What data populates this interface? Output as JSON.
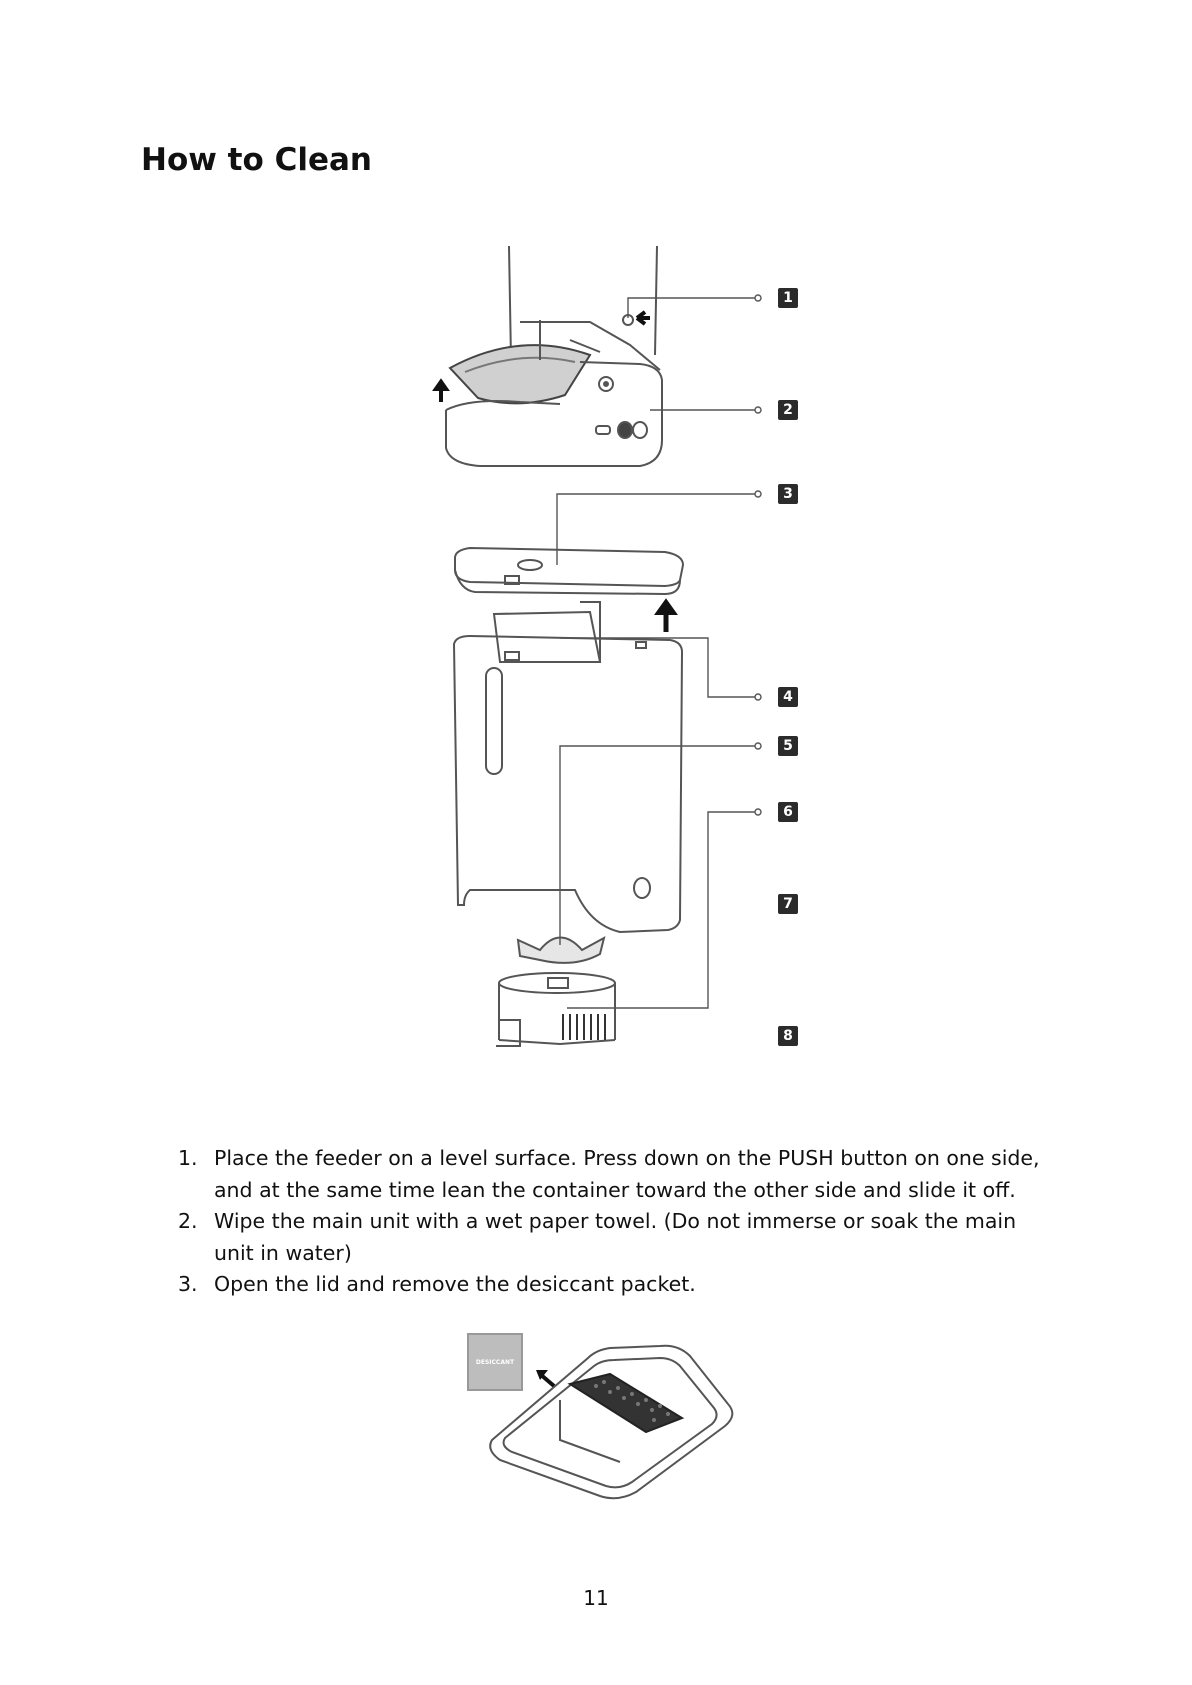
{
  "title": "How to Clean",
  "callouts": [
    "1",
    "2",
    "3",
    "4",
    "5",
    "6",
    "7",
    "8"
  ],
  "desiccant_label": "DESICCANT",
  "steps": [
    {
      "num": "1.",
      "text": "Place the feeder on a level surface. Press down on the PUSH button on one side, and at the same time lean the container toward the other side and slide it off."
    },
    {
      "num": "2.",
      "text": "Wipe the main unit with a wet paper towel. (Do not immerse or soak the main unit in water)"
    },
    {
      "num": "3.",
      "text": "Open the lid and remove the desiccant packet."
    }
  ],
  "page_number": "11"
}
